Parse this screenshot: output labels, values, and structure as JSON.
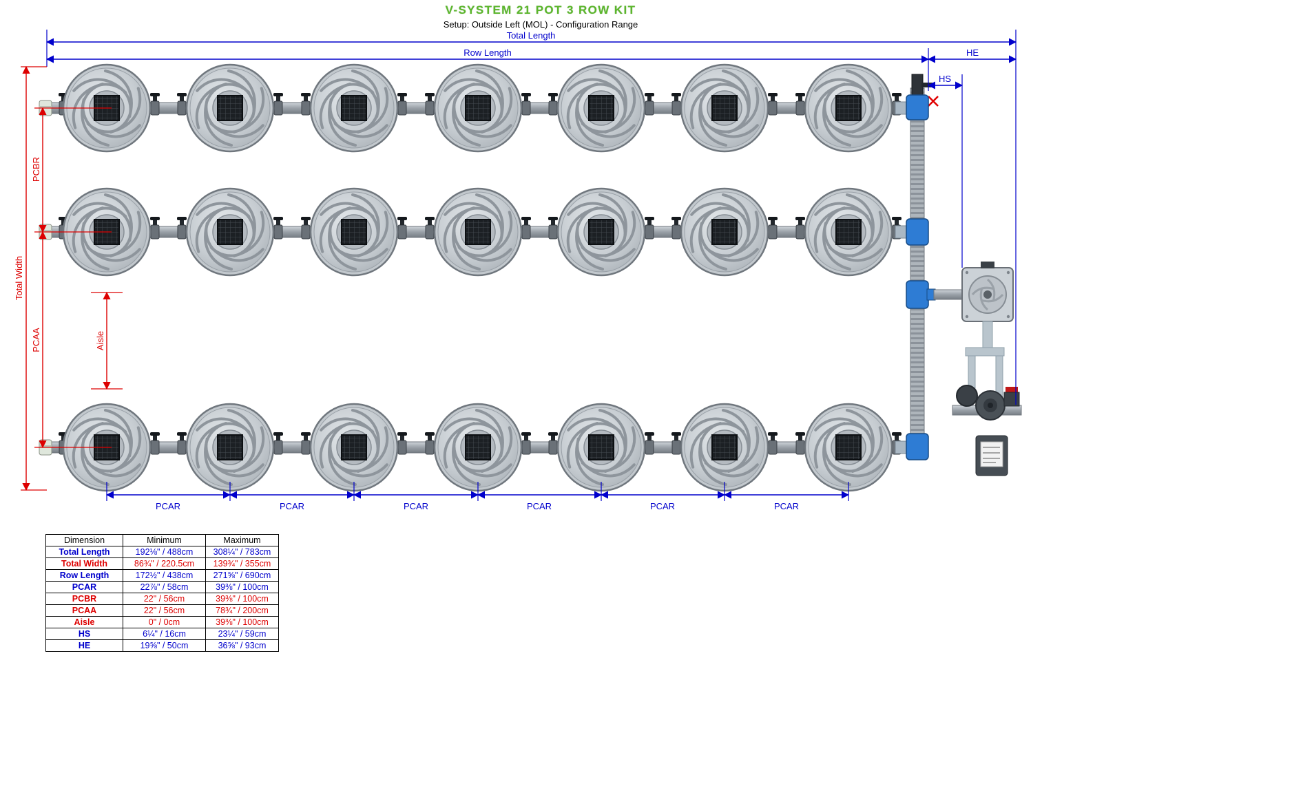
{
  "title": "V-SYSTEM 21 POT 3 ROW KIT",
  "subtitle": "Setup: Outside Left (MOL) - Configuration Range",
  "colors": {
    "title_green": "#5bb62c",
    "dimension_blue": "#0000cc",
    "dimension_red": "#dd0000"
  },
  "diagram": {
    "rows": 3,
    "pots_per_row": 7,
    "labels": {
      "total_length": "Total Length",
      "row_length": "Row Length",
      "he": "HE",
      "hs": "HS",
      "total_width": "Total Width",
      "pcbr": "PCBR",
      "pcaa": "PCAA",
      "aisle": "Aisle",
      "pcar": "PCAR"
    }
  },
  "table": {
    "headers": [
      "Dimension",
      "Minimum",
      "Maximum"
    ],
    "rows": [
      {
        "label": "Total Length",
        "min": "192⅛\" / 488cm",
        "max": "308¼\" / 783cm",
        "color": "blue"
      },
      {
        "label": "Total Width",
        "min": "86¾\" / 220.5cm",
        "max": "139¾\" / 355cm",
        "color": "red"
      },
      {
        "label": "Row Length",
        "min": "172½\" / 438cm",
        "max": "271⅝\" / 690cm",
        "color": "blue"
      },
      {
        "label": "PCAR",
        "min": "22⅞\" / 58cm",
        "max": "39⅜\" / 100cm",
        "color": "blue"
      },
      {
        "label": "PCBR",
        "min": "22\" / 56cm",
        "max": "39⅜\" / 100cm",
        "color": "red"
      },
      {
        "label": "PCAA",
        "min": "22\" / 56cm",
        "max": "78¾\" / 200cm",
        "color": "red"
      },
      {
        "label": "Aisle",
        "min": "0\" / 0cm",
        "max": "39⅜\" / 100cm",
        "color": "red"
      },
      {
        "label": "HS",
        "min": "6¼\" / 16cm",
        "max": "23¼\" / 59cm",
        "color": "blue"
      },
      {
        "label": "HE",
        "min": "19⅝\" / 50cm",
        "max": "36⅝\" / 93cm",
        "color": "blue"
      }
    ]
  }
}
